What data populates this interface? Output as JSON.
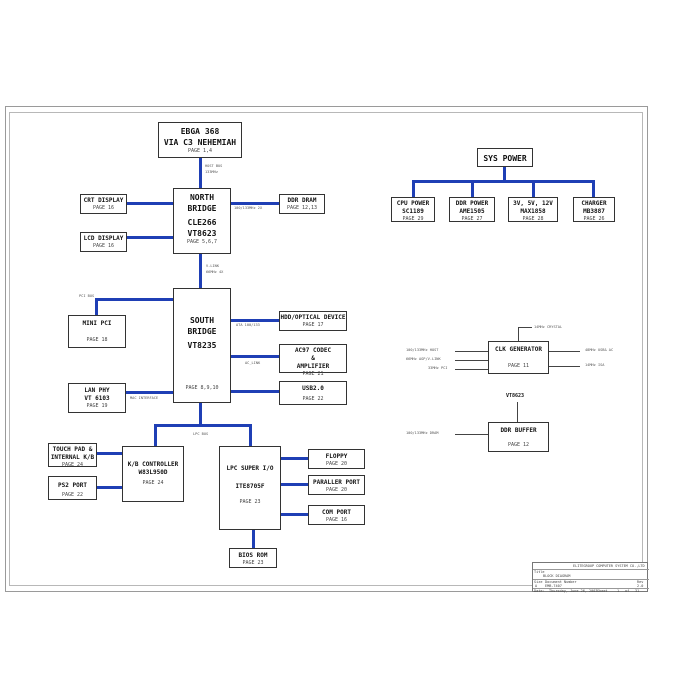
{
  "blocks": {
    "cpu": {
      "lines": [
        "EBGA 368",
        "VIA C3 NEHEMIAH"
      ],
      "page": "PAGE 1,4"
    },
    "north": {
      "lines": [
        "NORTH",
        "BRIDGE",
        "CLE266",
        "VT8623"
      ],
      "page": "PAGE 5,6,7"
    },
    "crt": {
      "title": "CRT DISPLAY",
      "page": "PAGE 16"
    },
    "lcd": {
      "title": "LCD DISPLAY",
      "page": "PAGE 16"
    },
    "ddr": {
      "title": "DDR DRAM",
      "page": "PAGE 12,13"
    },
    "south": {
      "lines": [
        "SOUTH",
        "BRIDGE",
        "VT8235"
      ],
      "page": "PAGE 8,9,10"
    },
    "minipci": {
      "title": "MINI PCI",
      "page": "PAGE 18"
    },
    "hdd": {
      "title": "HDD/OPTICAL DEVICE",
      "page": "PAGE 17"
    },
    "ac97": {
      "lines": [
        "AC97 CODEC",
        "&",
        "AMPLIFIER"
      ],
      "page": "PAGE 21"
    },
    "usb": {
      "title": "USB2.0",
      "page": "PAGE 22"
    },
    "lan": {
      "lines": [
        "LAN PHY",
        "VT 6103"
      ],
      "page": "PAGE 19"
    },
    "touch": {
      "lines": [
        "TOUCH PAD &",
        "INTERNAL K/B"
      ],
      "page": "PAGE 24"
    },
    "ps2": {
      "title": "PS2 PORT",
      "page": "PAGE 22"
    },
    "kbc": {
      "lines": [
        "K/B CONTROLLER",
        "W83L950D"
      ],
      "page": "PAGE 24"
    },
    "lpc": {
      "lines": [
        "LPC SUPER I/O",
        "ITE8705F"
      ],
      "page": "PAGE 23"
    },
    "floppy": {
      "title": "FLOPPY",
      "page": "PAGE 20"
    },
    "parallel": {
      "title": "PARALLER PORT",
      "page": "PAGE 20"
    },
    "com": {
      "title": "COM PORT",
      "page": "PAGE 16"
    },
    "bios": {
      "title": "BIOS ROM",
      "page": "PAGE 23"
    },
    "syspower": {
      "title": "SYS POWER"
    },
    "cpupower": {
      "lines": [
        "CPU POWER",
        "SC1189"
      ],
      "page": "PAGE 29"
    },
    "ddrpower": {
      "lines": [
        "DDR POWER",
        "AME1505"
      ],
      "page": "PAGE 27"
    },
    "v3512": {
      "lines": [
        "3V, 5V, 12V",
        "MAX1858"
      ],
      "page": "PAGE 28"
    },
    "charger": {
      "lines": [
        "CHARGER",
        "MB3887"
      ],
      "page": "PAGE 26"
    },
    "clk": {
      "title": "CLK GENERATOR",
      "page": "PAGE 11"
    },
    "ddrbuf": {
      "title": "DDR BUFFER",
      "page": "PAGE 12"
    }
  },
  "labels": {
    "fsb": "HOST BUS",
    "fsb2": "133MHz",
    "ddr_bus": "100/133MHz 2X",
    "vlink": "V-LINK",
    "vlink2": "66MHz 4X",
    "pci": "PCI BUS",
    "ata": "ATA 100/133",
    "ac_link": "AC_LINK",
    "mii": "MAC INTERFACE",
    "lpc_bus": "LPC BUS",
    "vt8623": "VT8623",
    "crystal": "14MHz CRYSTAL",
    "clk_l1": "100/133MHz HOST",
    "clk_l2": "66MHz AGP/V-LINK",
    "clk_l3": "33MHz PCI",
    "clk_r1": "48MHz USB& AC",
    "clk_r2": "14MHz ISA",
    "ddrbuf_l": "100/133MHz DRAM"
  },
  "title_block": {
    "company": "ELITEGROUP COMPUTER SYSTEM CO.,LTD",
    "title_label": "Title",
    "title": "BLOCK DIAGRAM",
    "size_label": "Size",
    "size": "A",
    "docnum_label": "Document Number",
    "docnum": "EMB-7407",
    "rev_label": "Rev",
    "rev": "2.0",
    "date_label": "Date:",
    "date": "Thursday, June 26, 2003",
    "sheet_label": "Sheet",
    "sheet": "1",
    "of_label": "of",
    "of": "31"
  }
}
